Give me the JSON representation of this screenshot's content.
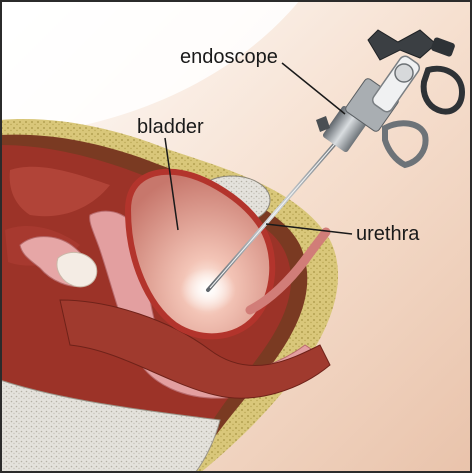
{
  "labels": {
    "endoscope": "endoscope",
    "bladder": "bladder",
    "urethra": "urethra"
  },
  "colors": {
    "frame_border": "#2b2b2b",
    "skin": "#f1d5c2",
    "bladder_pink": "#d98a82",
    "urethra_pink": "#e9a6a3",
    "muscle_red": "#8e2a22",
    "bone_yellow": "#c9b360",
    "instrument_steel": "#9aa0a6"
  }
}
